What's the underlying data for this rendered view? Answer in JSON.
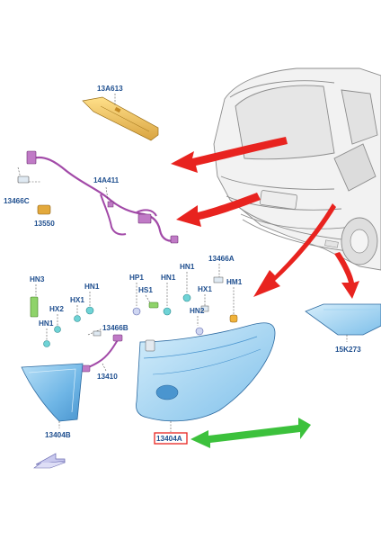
{
  "labels": {
    "p13A613": "13A613",
    "p14A411": "14A411",
    "p13466C": "13466C",
    "p13550": "13550",
    "hn3": "HN3",
    "hn1_a": "HN1",
    "hx1_a": "HX1",
    "hx2": "HX2",
    "hn1_b": "HN1",
    "p13466B": "13466B",
    "p13410": "13410",
    "p13404B": "13404B",
    "hp1": "HP1",
    "hs1": "HS1",
    "hn1_c": "HN1",
    "hn1_d": "HN1",
    "p13466A": "13466A",
    "hx1_b": "HX1",
    "hm1": "HM1",
    "hn2": "HN2",
    "p13404A": "13404A",
    "p15K273": "15K273"
  },
  "colors": {
    "arrow_red": "#e8231f",
    "arrow_green": "#3cc13c",
    "highlight_box": "#e8231f",
    "lamp_blue": "#6fb6e6",
    "harness_purple": "#a24aa8",
    "label_blue": "#1f4f8f"
  },
  "icons": {
    "front_direction": "front-direction-arrow-icon"
  }
}
